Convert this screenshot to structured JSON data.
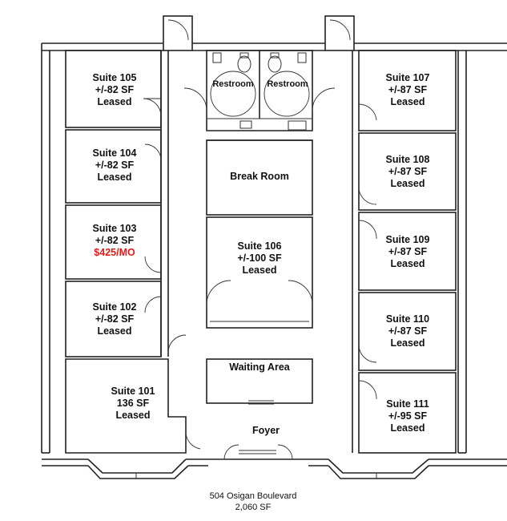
{
  "suites": [
    {
      "key": "105",
      "name": "Suite 105",
      "area": "+/-82 SF",
      "status": "Leased",
      "price": false
    },
    {
      "key": "104",
      "name": "Suite 104",
      "area": "+/-82 SF",
      "status": "Leased",
      "price": false
    },
    {
      "key": "103",
      "name": "Suite 103",
      "area": "+/-82 SF",
      "status": "$425/MO",
      "price": true
    },
    {
      "key": "102",
      "name": "Suite 102",
      "area": "+/-82 SF",
      "status": "Leased",
      "price": false
    },
    {
      "key": "101",
      "name": "Suite 101",
      "area": "136 SF",
      "status": "Leased",
      "price": false
    },
    {
      "key": "107",
      "name": "Suite 107",
      "area": "+/-87 SF",
      "status": "Leased",
      "price": false
    },
    {
      "key": "108",
      "name": "Suite 108",
      "area": "+/-87 SF",
      "status": "Leased",
      "price": false
    },
    {
      "key": "109",
      "name": "Suite 109",
      "area": "+/-87 SF",
      "status": "Leased",
      "price": false
    },
    {
      "key": "110",
      "name": "Suite 110",
      "area": "+/-87 SF",
      "status": "Leased",
      "price": false
    },
    {
      "key": "111",
      "name": "Suite 111",
      "area": "+/-95 SF",
      "status": "Leased",
      "price": false
    },
    {
      "key": "106",
      "name": "Suite 106",
      "area": "+/-100 SF",
      "status": "Leased",
      "price": false
    }
  ],
  "rooms": {
    "restroom_left": "Restroom",
    "restroom_right": "Restroom",
    "break_room": "Break Room",
    "waiting_area": "Waiting Area",
    "foyer": "Foyer"
  },
  "caption": {
    "address": "504 Osigan Boulevard",
    "total_area": "2,060 SF"
  },
  "colors": {
    "wall": "#222222",
    "available_price": "#e01b1b",
    "text": "#111111"
  }
}
